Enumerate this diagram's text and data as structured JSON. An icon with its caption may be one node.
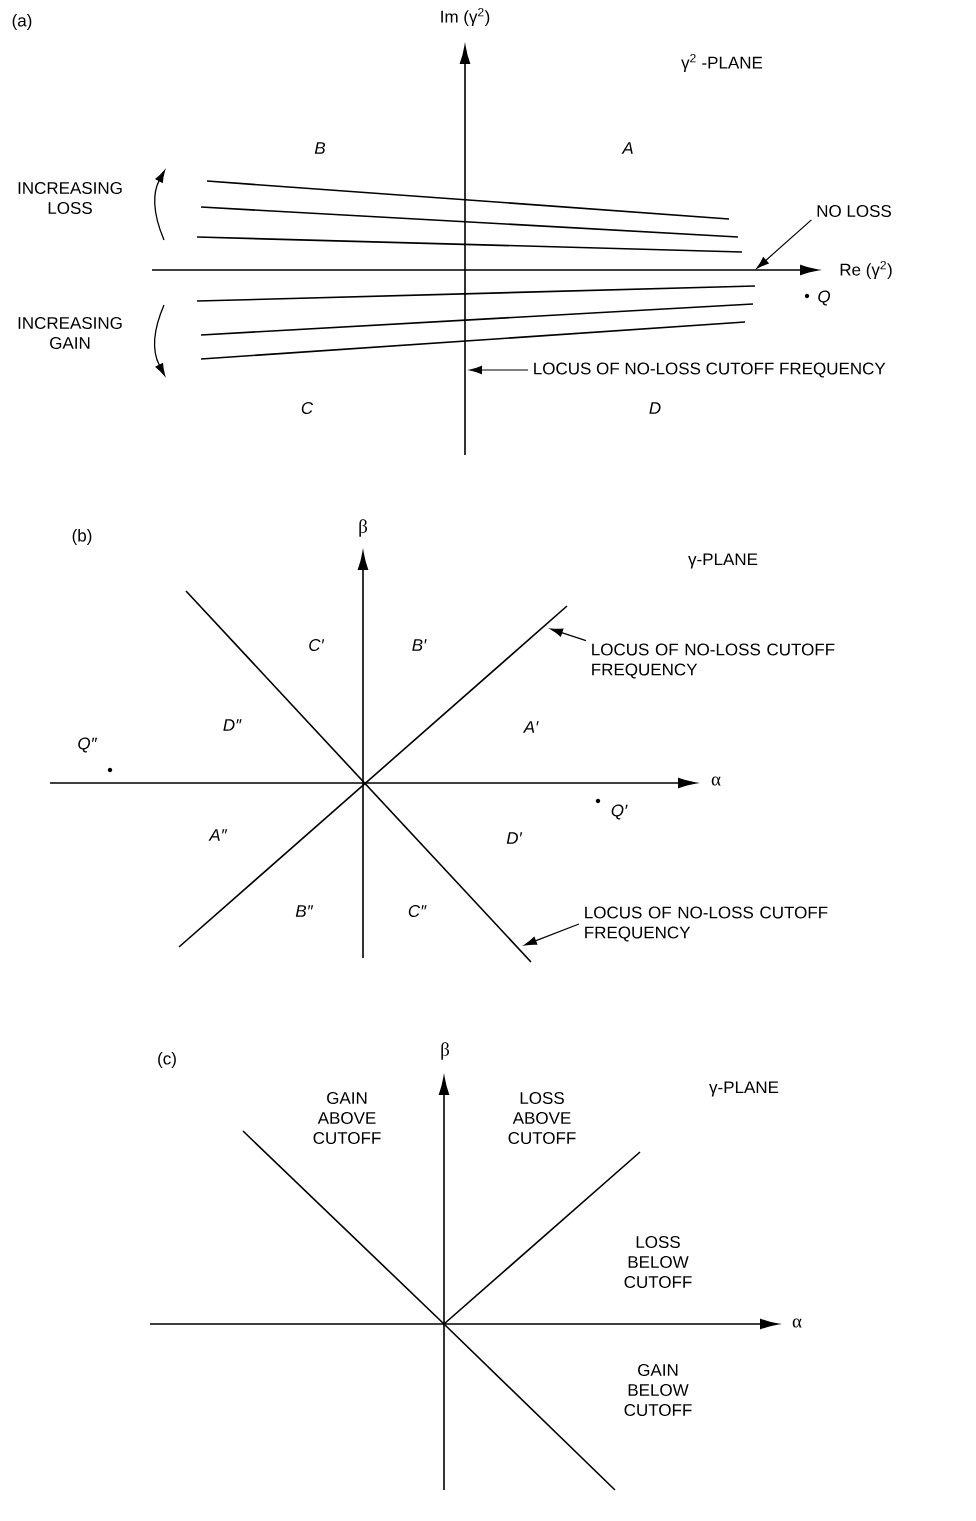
{
  "diagram": {
    "nodes": [
      {
        "text": [
          "NO LOSS"
        ]
      },
      {
        "text": [
          "LOCUS OF NO-LOSS CUTOFF FREQUENCY"
        ]
      },
      {
        "text": [
          "LOCUS OF NO-LOSS CUTOFF FREQUENCY"
        ]
      },
      {
        "text": [
          "LOCUS OF NO-LOSS CUTOFF FREQUENCY"
        ]
      }
    ],
    "edges": [
      {
        "from": 0,
        "to": null,
        "arrow": "to"
      },
      {
        "from": 1,
        "to": null,
        "arrow": "to"
      },
      {
        "from": 2,
        "to": null,
        "arrow": "to"
      },
      {
        "from": 3,
        "to": null,
        "arrow": "to"
      }
    ],
    "labels": [
      "(a)",
      "Im (γ$^{2}$)",
      "γ$^{2}$ -PLANE",
      "B",
      "A",
      "INCREASING LOSS",
      "Re (γ$^{2}$)",
      "Q",
      "INCREASING GAIN",
      "C",
      "D",
      "(b)",
      "β",
      "γ-PLANE",
      "C′",
      "B′",
      "D″",
      "A′",
      "Q″",
      "α",
      "Q′",
      "A″",
      "D′",
      "B″",
      "C″",
      "(c)",
      "β",
      "γ-PLANE",
      "GAIN ABOVE CUTOFF",
      "LOSS ABOVE CUTOFF",
      "LOSS BELOW CUTOFF",
      "α",
      "GAIN BELOW CUTOFF"
    ]
  }
}
